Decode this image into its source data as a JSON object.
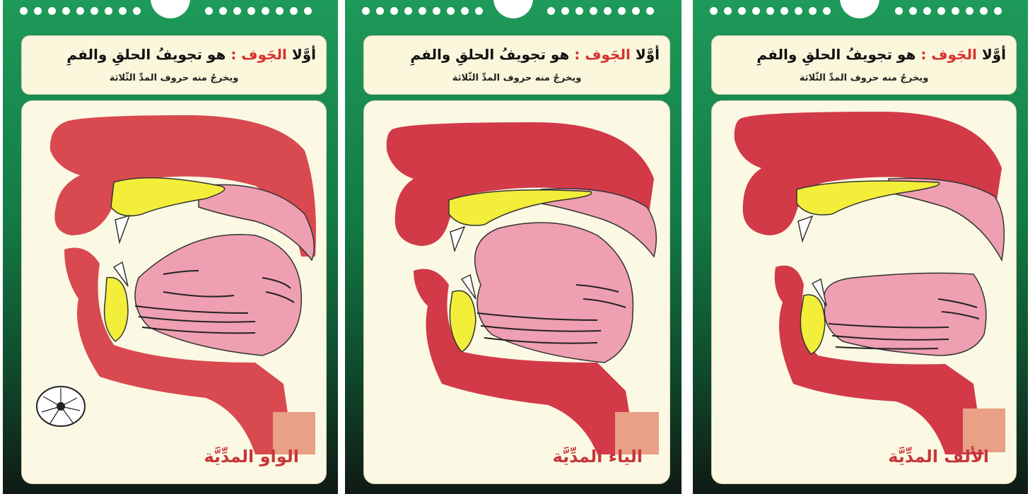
{
  "header": {
    "lead": "أوَّلا",
    "term": "الجَوف",
    "separator": ":",
    "definition": "هو تجويفُ الحلقِ والفمِ",
    "subline": "ويخرجُ منه حروف المدِّ الثّلاثة"
  },
  "cards": [
    {
      "caption": "الواو المدِّيَّة",
      "has_lips_icon": true,
      "tongue": "back-raised"
    },
    {
      "caption": "الياء المدِّيَّة",
      "has_lips_icon": false,
      "tongue": "front-raised"
    },
    {
      "caption": "الألف المدِّيَّة",
      "has_lips_icon": false,
      "tongue": "low-flat"
    }
  ],
  "colors": {
    "frame_green": "#1e9a5a",
    "panel_cream": "#fbf9e4",
    "palate_red": "#d23a48",
    "tongue_pink": "#eea0b4",
    "teeth_yellow": "#f2ee3a",
    "term_red": "#d8322f",
    "caption_red": "#c8363a"
  }
}
